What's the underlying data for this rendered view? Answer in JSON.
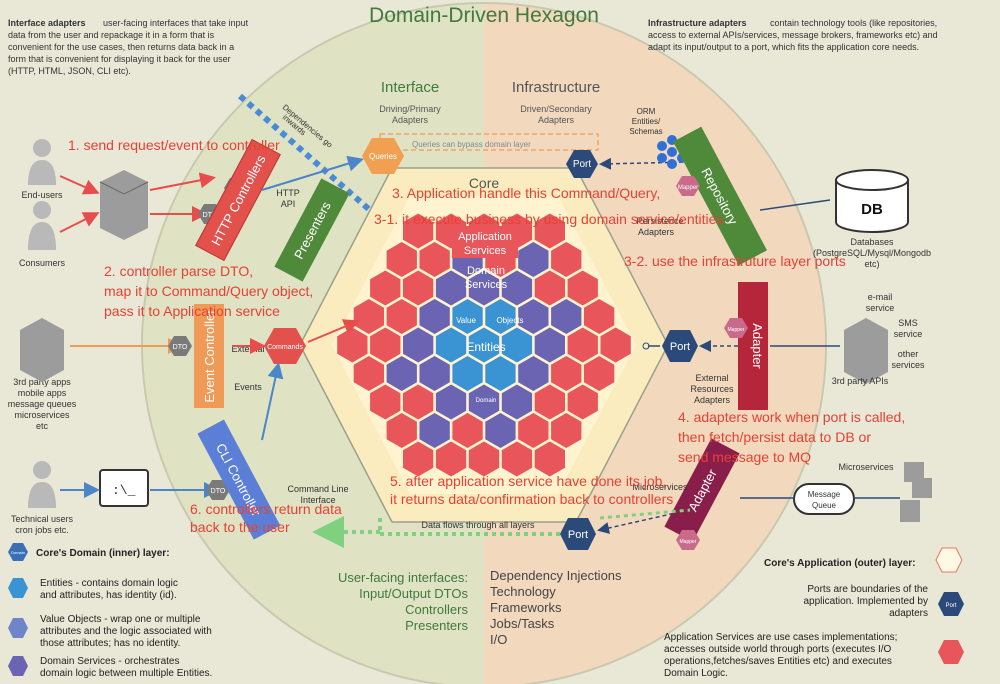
{
  "title": "Domain-Driven Hexagon",
  "top_left_note": {
    "heading": "Interface adapters",
    "lines": [
      "user-facing interfaces that take input",
      "data from the user and repackage it in a form that is",
      "convenient for the use cases, then  returns data back in a",
      "form that is convenient for displaying it back for the user",
      "(HTTP, HTML, JSON, CLI etc)."
    ]
  },
  "top_right_note": {
    "heading": "Infrastructure adapters",
    "lines": [
      "contain technology tools (like repositories,",
      "access to external APIs/services, message brokers, frameworks etc) and",
      "adapt its input/output to a port, which fits the application core needs."
    ]
  },
  "sections": {
    "interface": "Interface",
    "interface_sub": [
      "Driving/Primary",
      "Adapters"
    ],
    "infrastructure": "Infrastructure",
    "infrastructure_sub": [
      "Driven/Secondary",
      "Adapters"
    ],
    "core": "Core"
  },
  "hex_labels": {
    "application_services": [
      "Application",
      "Services"
    ],
    "domain_services": [
      "Domain",
      "Services"
    ],
    "value_objects": [
      "Value",
      "Objects"
    ],
    "entities": "Entities",
    "domain": "Domain"
  },
  "actors": {
    "end_users": "End-users",
    "consumers": "Consumers",
    "third_party": [
      "3rd party apps",
      "mobile apps",
      "message queues",
      "microservices",
      "etc"
    ],
    "technical_users": [
      "Technical users",
      "cron jobs etc."
    ]
  },
  "adapters": {
    "http_controllers": "HTTP Controllers",
    "presenters": "Presenters",
    "event_controller": "Event Controller",
    "cli_controller": "CLI Controller",
    "repository": "Repository",
    "adapter1": "Adapter",
    "adapter2": "Adapter",
    "dto": "DTO",
    "queries": "Queries",
    "commands": "Commands",
    "port": "Port",
    "mapper": "Mapper",
    "http_api": [
      "HTTP",
      "API"
    ],
    "external_events": [
      "External",
      "Events"
    ],
    "command_line": [
      "Command Line",
      "Interface"
    ],
    "deps_inwards": [
      "Dependencies go",
      "inwards"
    ],
    "bypass": "Queries can bypass domain layer",
    "data_flows": "Data flows through all layers",
    "orm": [
      "ORM",
      "Entities/",
      "Schemas"
    ],
    "persistence": [
      "Persistence",
      "Adapters"
    ],
    "external_resources": [
      "External",
      "Resources",
      "Adapters"
    ],
    "microservices_label": [
      "Microservices"
    ]
  },
  "infra_targets": {
    "db": "DB",
    "databases": [
      "Databases",
      "(PostgreSQL/Mysql/Mongodb",
      "etc)"
    ],
    "email": [
      "e-mail",
      "service"
    ],
    "sms": [
      "SMS",
      "service"
    ],
    "other": [
      "other",
      "services"
    ],
    "third_party_apis": "3rd party APIs",
    "microservices": "Microservices",
    "message_queue": [
      "Message",
      "Queue"
    ]
  },
  "bottom_left_list": [
    "User-facing interfaces:",
    "Input/Output DTOs",
    "Controllers",
    "Presenters"
  ],
  "bottom_right_list": [
    "Dependency Injections",
    "Technology",
    "Frameworks",
    "Jobs/Tasks",
    "I/O"
  ],
  "annotations": {
    "a1": "1. send request/event to controller",
    "a2": [
      "2. controller parse DTO,",
      "map it to Command/Query object,",
      "pass it to Application service"
    ],
    "a3": "3. Application handle this Command/Query,",
    "a31": "3-1. it execute business by using domain service/entities",
    "a32": "3-2. use the infrastruture layer ports",
    "a4": [
      "4. adapters work when port is called,",
      "then fetch/persist data to DB or",
      "send message to MQ"
    ],
    "a5": [
      "5. after application service have done its job,",
      "it returns data/confirmation back to controllers"
    ],
    "a6": [
      "6. controllers return data",
      "back to the user"
    ]
  },
  "legend_left": {
    "title": "Core's Domain (inner) layer:",
    "items": [
      [
        "Entities - contains domain logic",
        "and attributes,      has identity (id)."
      ],
      [
        "Value Objects - wrap one or multiple",
        "attributes and the logic associated with",
        "those attributes; has no identity."
      ],
      [
        "Domain Services - orchestrates",
        "domain logic between multiple Entities."
      ]
    ]
  },
  "legend_right": {
    "title": "Core's Application (outer) layer:",
    "ports": [
      "Ports are boundaries of the",
      "application. Implemented by",
      "adapters"
    ],
    "app_services": [
      "Application Services are use cases implementations;",
      "accesses outside world through       ports (executes I/O",
      "operations,fetches/saves Entities etc) and executes",
      "Domain Logic."
    ]
  },
  "colors": {
    "interface_bg": "#dfe3c3",
    "infra_bg": "#f2d9bd",
    "core_bg": "#fbecc0",
    "red_hex": "#e8555a",
    "purple_hex": "#6b64b3",
    "blue_hex": "#3a93d2",
    "adapter_red": "#e2514c",
    "adapter_green": "#4f8a3a",
    "annotation": "#e84033",
    "title": "#3f7a3e"
  }
}
